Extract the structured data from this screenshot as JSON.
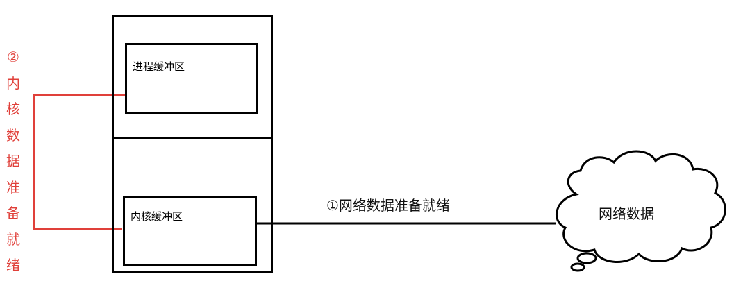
{
  "boxes": {
    "process_buffer": "进程缓冲区",
    "kernel_buffer": "内核缓冲区"
  },
  "steps": {
    "network_ready": "①网络数据准备就绪",
    "kernel_ready": "②内核数据准备就绪"
  },
  "cloud": {
    "label": "网络数据"
  },
  "colors": {
    "accent_red": "#e0403a",
    "stroke": "#000000"
  }
}
